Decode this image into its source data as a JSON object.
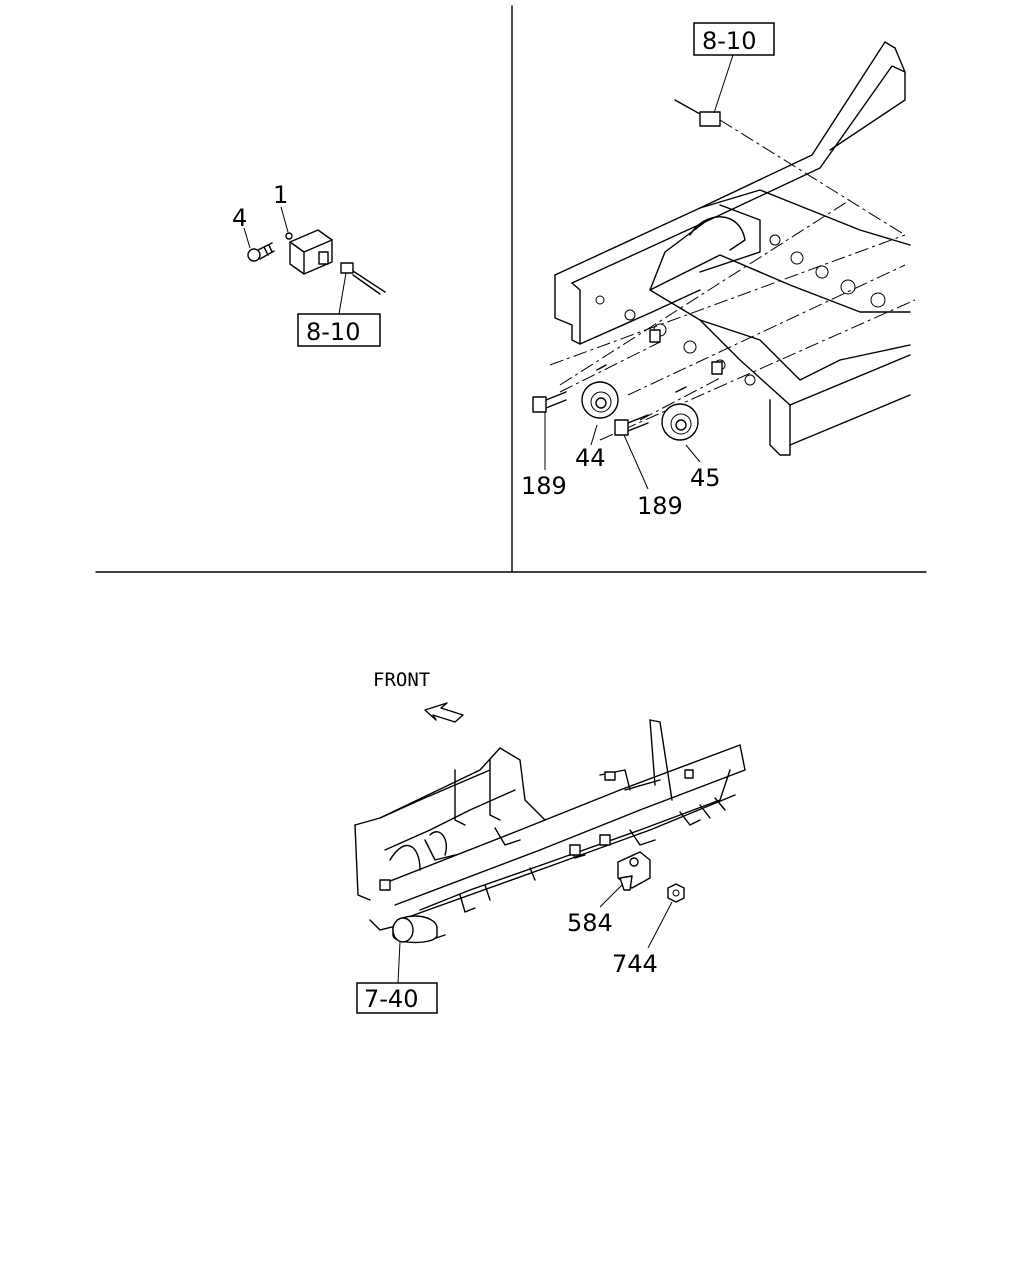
{
  "callouts": {
    "part_1": "1",
    "part_4": "4",
    "ref_top_left": "8-10",
    "ref_top_right": "8-10",
    "part_44": "44",
    "part_45": "45",
    "part_189_a": "189",
    "part_189_b": "189",
    "direction_label": "FRONT",
    "part_584": "584",
    "part_744": "744",
    "ref_bottom": "7-40"
  }
}
